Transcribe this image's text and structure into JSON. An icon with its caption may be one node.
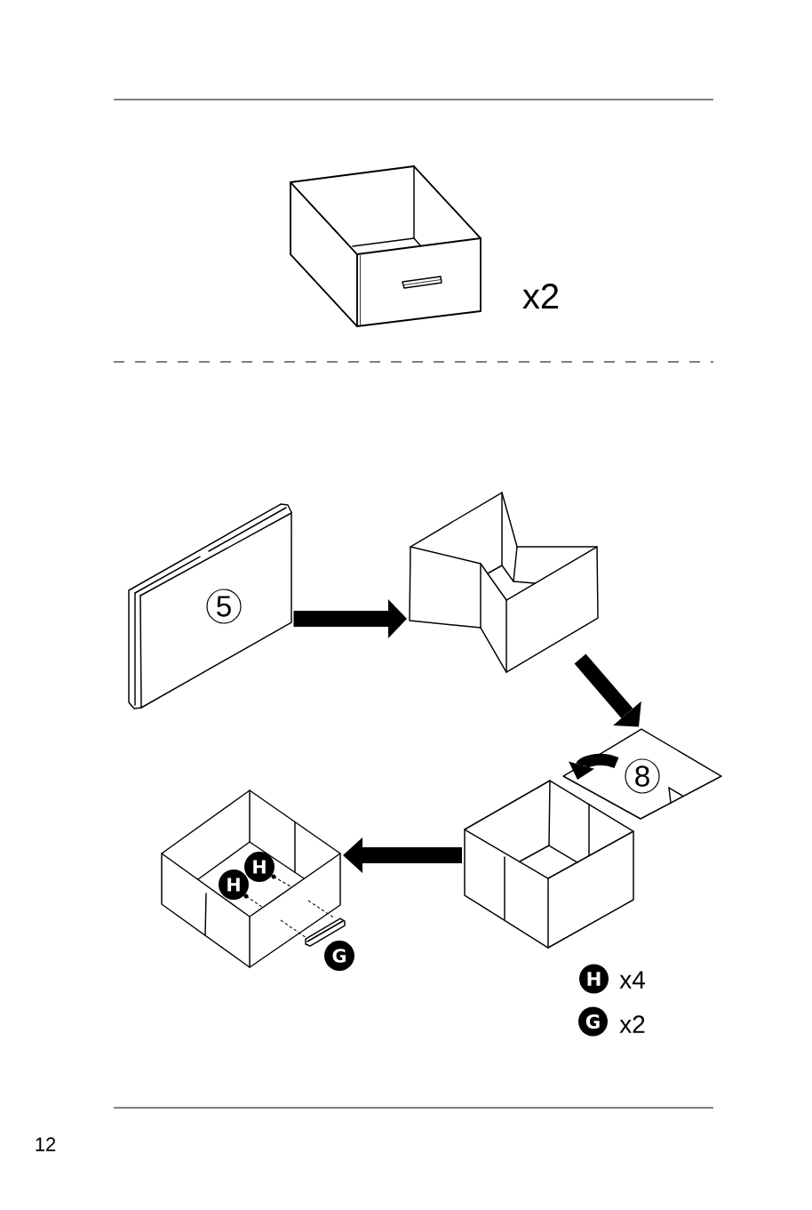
{
  "diagram": {
    "nodes": [
      {
        "text": [],
        "shape": "picture",
        "beside": [
          "x2"
        ]
      },
      {
        "text": [],
        "shape": "picture"
      },
      {
        "text": [],
        "shape": "picture"
      },
      {
        "text": [],
        "shape": "picture"
      },
      {
        "text": [],
        "shape": "picture"
      },
      {
        "text": [],
        "shape": "picture"
      }
    ],
    "edges": [
      {
        "from": 1,
        "to": 2,
        "arrow": "to"
      },
      {
        "from": 2,
        "to": 3,
        "arrow": "to"
      },
      {
        "from": 3,
        "to": 4,
        "arrow": "to"
      },
      {
        "from": 4,
        "to": 5,
        "arrow": "to"
      }
    ],
    "labels": [
      "5",
      "8",
      "H",
      "H",
      "G",
      "H",
      "x4",
      "G",
      "x2",
      "12"
    ]
  }
}
